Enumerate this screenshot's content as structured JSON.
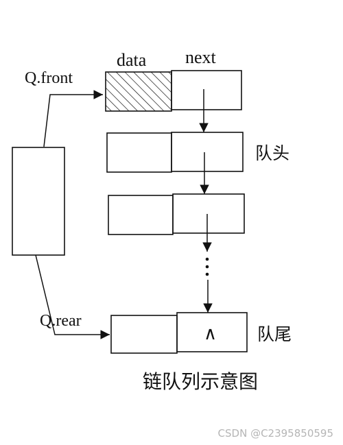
{
  "diagram": {
    "header_data": "data",
    "header_next": "next",
    "front_pointer": "Q.front",
    "rear_pointer": "Q.rear",
    "queue_head_label": "队头",
    "queue_tail_label": "队尾",
    "null_symbol": "∧",
    "caption": "链队列示意图"
  },
  "colors": {
    "ink": "#111111",
    "watermark": "#b5b5b5"
  },
  "watermark": "CSDN @C2395850595"
}
